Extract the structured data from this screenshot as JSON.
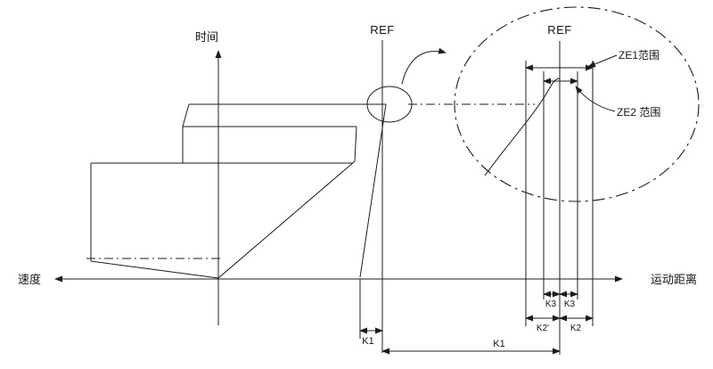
{
  "figure": {
    "labels": {
      "time_axis": "时间",
      "speed_axis": "速度",
      "distance_axis": "运动距离",
      "ref_main": "REF",
      "ref_zoom": "REF",
      "ze1_range": "ZE1范围",
      "ze2_range": "ZE2 范围"
    },
    "dimensions": {
      "k1_near_ref": "K1",
      "k1_bottom": "K1",
      "k3_left": "K3",
      "k3_right": "K3",
      "k2_prime": "K2'",
      "k2": "K2"
    },
    "colors": {
      "line": "#1c1c1c",
      "background": "#ffffff"
    }
  }
}
